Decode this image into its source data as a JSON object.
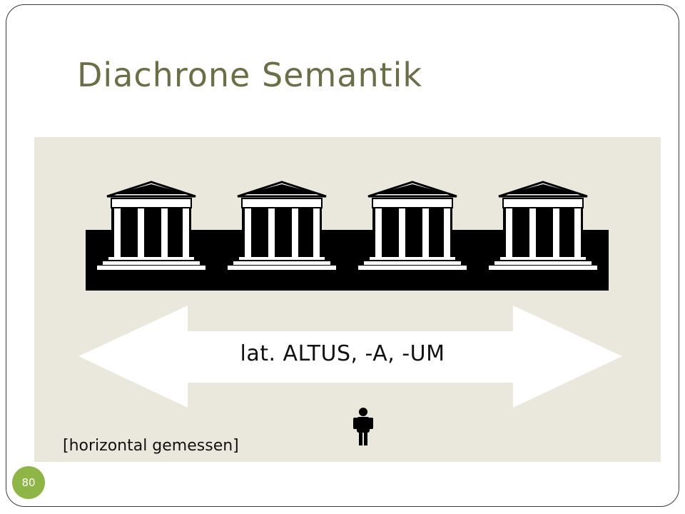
{
  "slide": {
    "title": "Diachrone Semantik",
    "term": "lat. ALTUS, -A, -UM",
    "note": "[horizontal gemessen]",
    "page_number": "80"
  },
  "colors": {
    "title": "#6b6e47",
    "panel": "#eae8dd",
    "badge": "#8fb547",
    "silhouette": "#000000"
  },
  "icons": [
    "temple-icon",
    "double-arrow-icon",
    "person-icon"
  ]
}
